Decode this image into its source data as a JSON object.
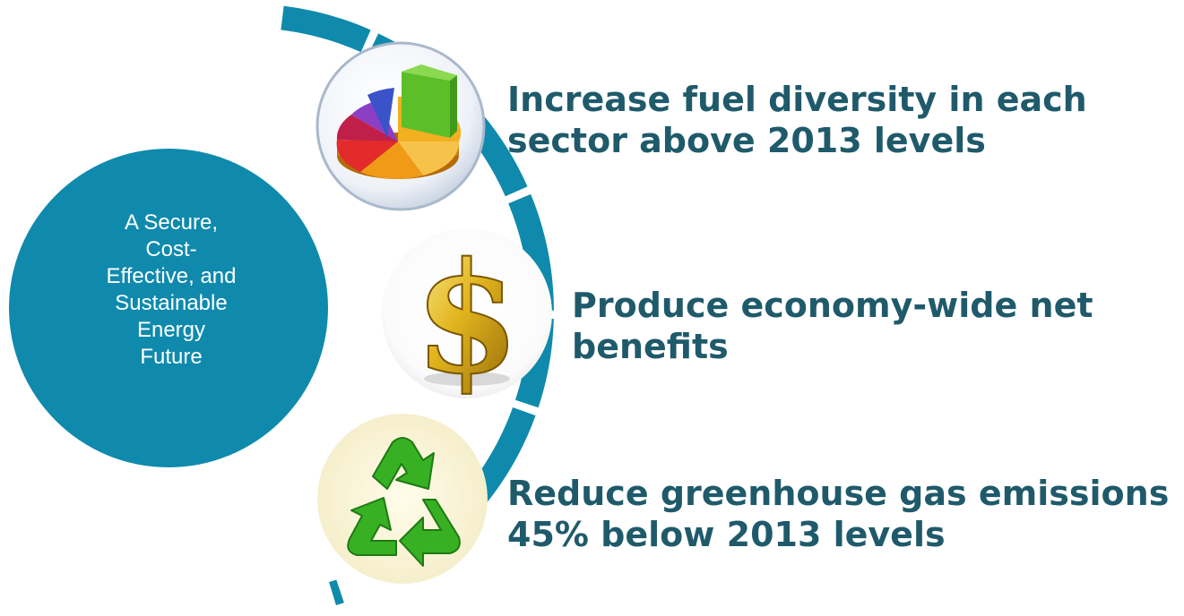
{
  "colors": {
    "accent": "#0f8aad",
    "goal_text": "#1f5a6b",
    "hub_text": "#ffffff"
  },
  "hub": {
    "lines": [
      "A Secure,",
      "Cost-",
      "Effective, and",
      "Sustainable",
      "Energy",
      "Future"
    ]
  },
  "goals": [
    {
      "icon": "pie-chart-icon",
      "lines": [
        "Increase fuel diversity in each",
        "sector above 2013 levels"
      ]
    },
    {
      "icon": "dollar-sign-icon",
      "lines": [
        "Produce economy-wide net",
        "benefits"
      ]
    },
    {
      "icon": "recycle-icon",
      "lines": [
        "Reduce greenhouse gas emissions",
        "45% below 2013 levels"
      ]
    }
  ]
}
